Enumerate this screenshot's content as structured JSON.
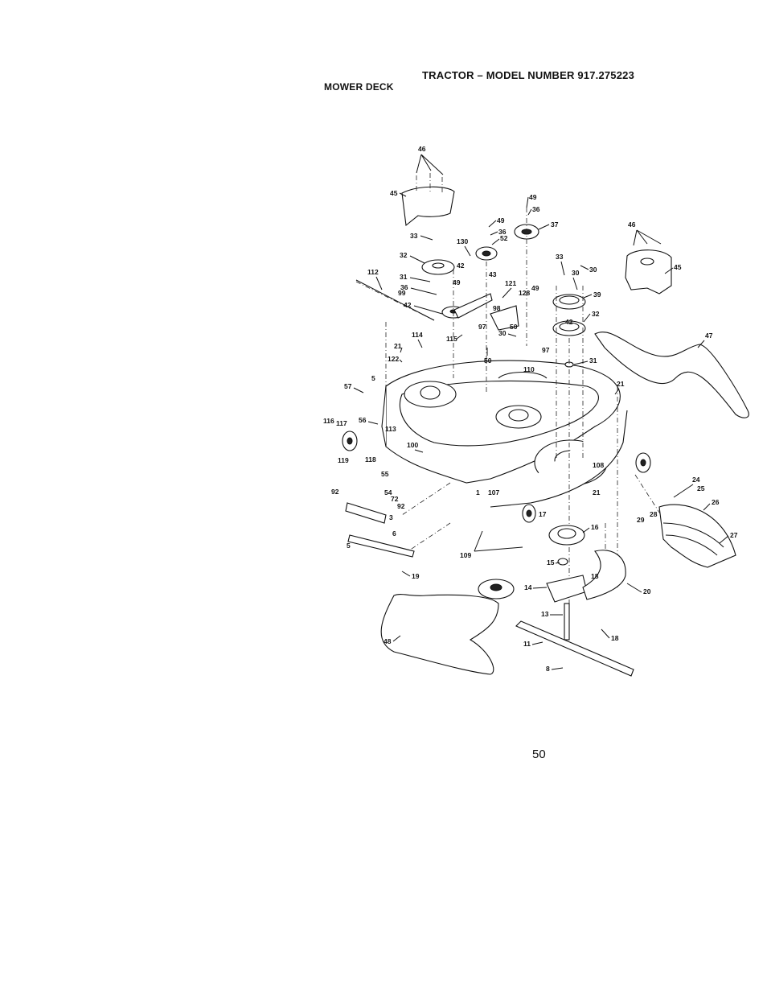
{
  "header": {
    "title": "TRACTOR – MODEL NUMBER 917.275223",
    "section": "MOWER DECK"
  },
  "page_number": "50",
  "diagram": {
    "callouts": {
      "c46a": "46",
      "c45a": "45",
      "c33a": "33",
      "c32a": "32",
      "c31a": "31",
      "c36a": "36",
      "c99": "99",
      "c42a": "42",
      "c112": "112",
      "c130": "130",
      "c49a": "49",
      "c36b": "36",
      "c52": "52",
      "c42b": "42",
      "c49b": "49",
      "c43": "43",
      "c121": "121",
      "c49c": "49",
      "c36c": "36",
      "c37": "37",
      "c128": "128",
      "c49d": "49",
      "c98": "98",
      "c97a": "97",
      "c115": "115",
      "c50a": "50",
      "c114": "114",
      "c50b": "50",
      "c30a": "30",
      "c97b": "97",
      "c110": "110",
      "c33b": "33",
      "c30b": "30",
      "c30c": "30",
      "c39": "39",
      "c32b": "32",
      "c42c": "42",
      "c31b": "31",
      "c46b": "46",
      "c45b": "45",
      "c47": "47",
      "c21a": "21",
      "c122": "122",
      "c5a": "5",
      "c57": "57",
      "c116": "116",
      "c117": "117",
      "c56": "56",
      "c113": "113",
      "c100": "100",
      "c119": "119",
      "c118": "118",
      "c55": "55",
      "c92a": "92",
      "c54": "54",
      "c72": "72",
      "c92b": "92",
      "c3": "3",
      "c6": "6",
      "c5b": "5",
      "c19": "19",
      "c1": "1",
      "c107": "107",
      "c108": "108",
      "c21b": "21",
      "c21c": "21",
      "c17": "17",
      "c16": "16",
      "c109": "109",
      "c15": "15",
      "c14": "14",
      "c18a": "18",
      "c20": "20",
      "c13": "13",
      "c18b": "18",
      "c11": "11",
      "c8": "8",
      "c48": "48",
      "c24": "24",
      "c25": "25",
      "c26": "26",
      "c29": "29",
      "c28": "28",
      "c27": "27"
    }
  }
}
